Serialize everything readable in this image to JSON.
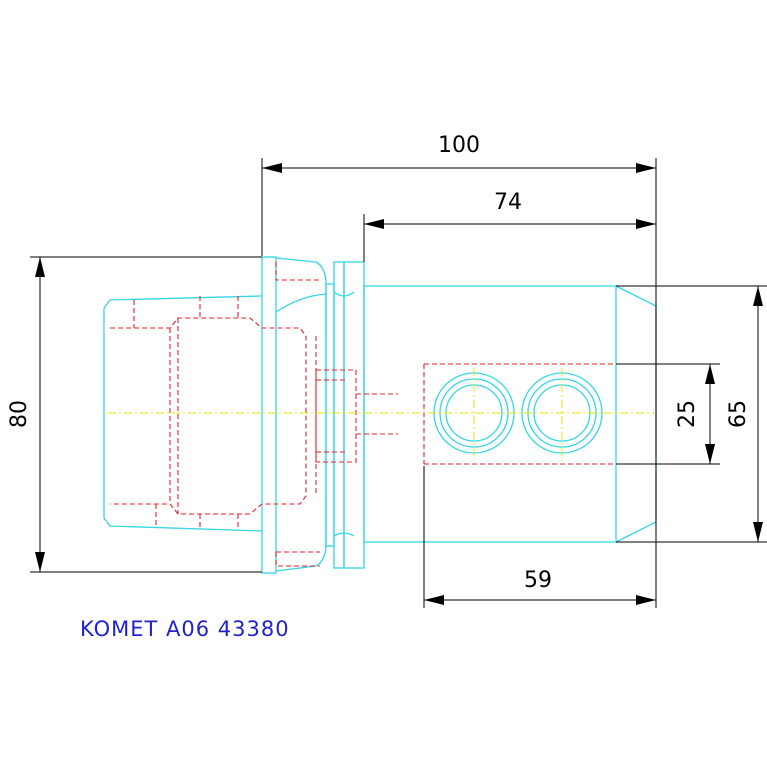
{
  "dimensions": {
    "overall_length": "100",
    "body_length": "74",
    "flange_diameter": "80",
    "body_diameter": "65",
    "bore_spacing": "25",
    "bore_offset": "59"
  },
  "caption": "KOMET A06 43380",
  "colors": {
    "outline": "#33d6e6",
    "hidden_lines": "#e8202a",
    "center_lines": "#e8e400",
    "dimensions": "#000000",
    "caption": "#2222cc"
  }
}
